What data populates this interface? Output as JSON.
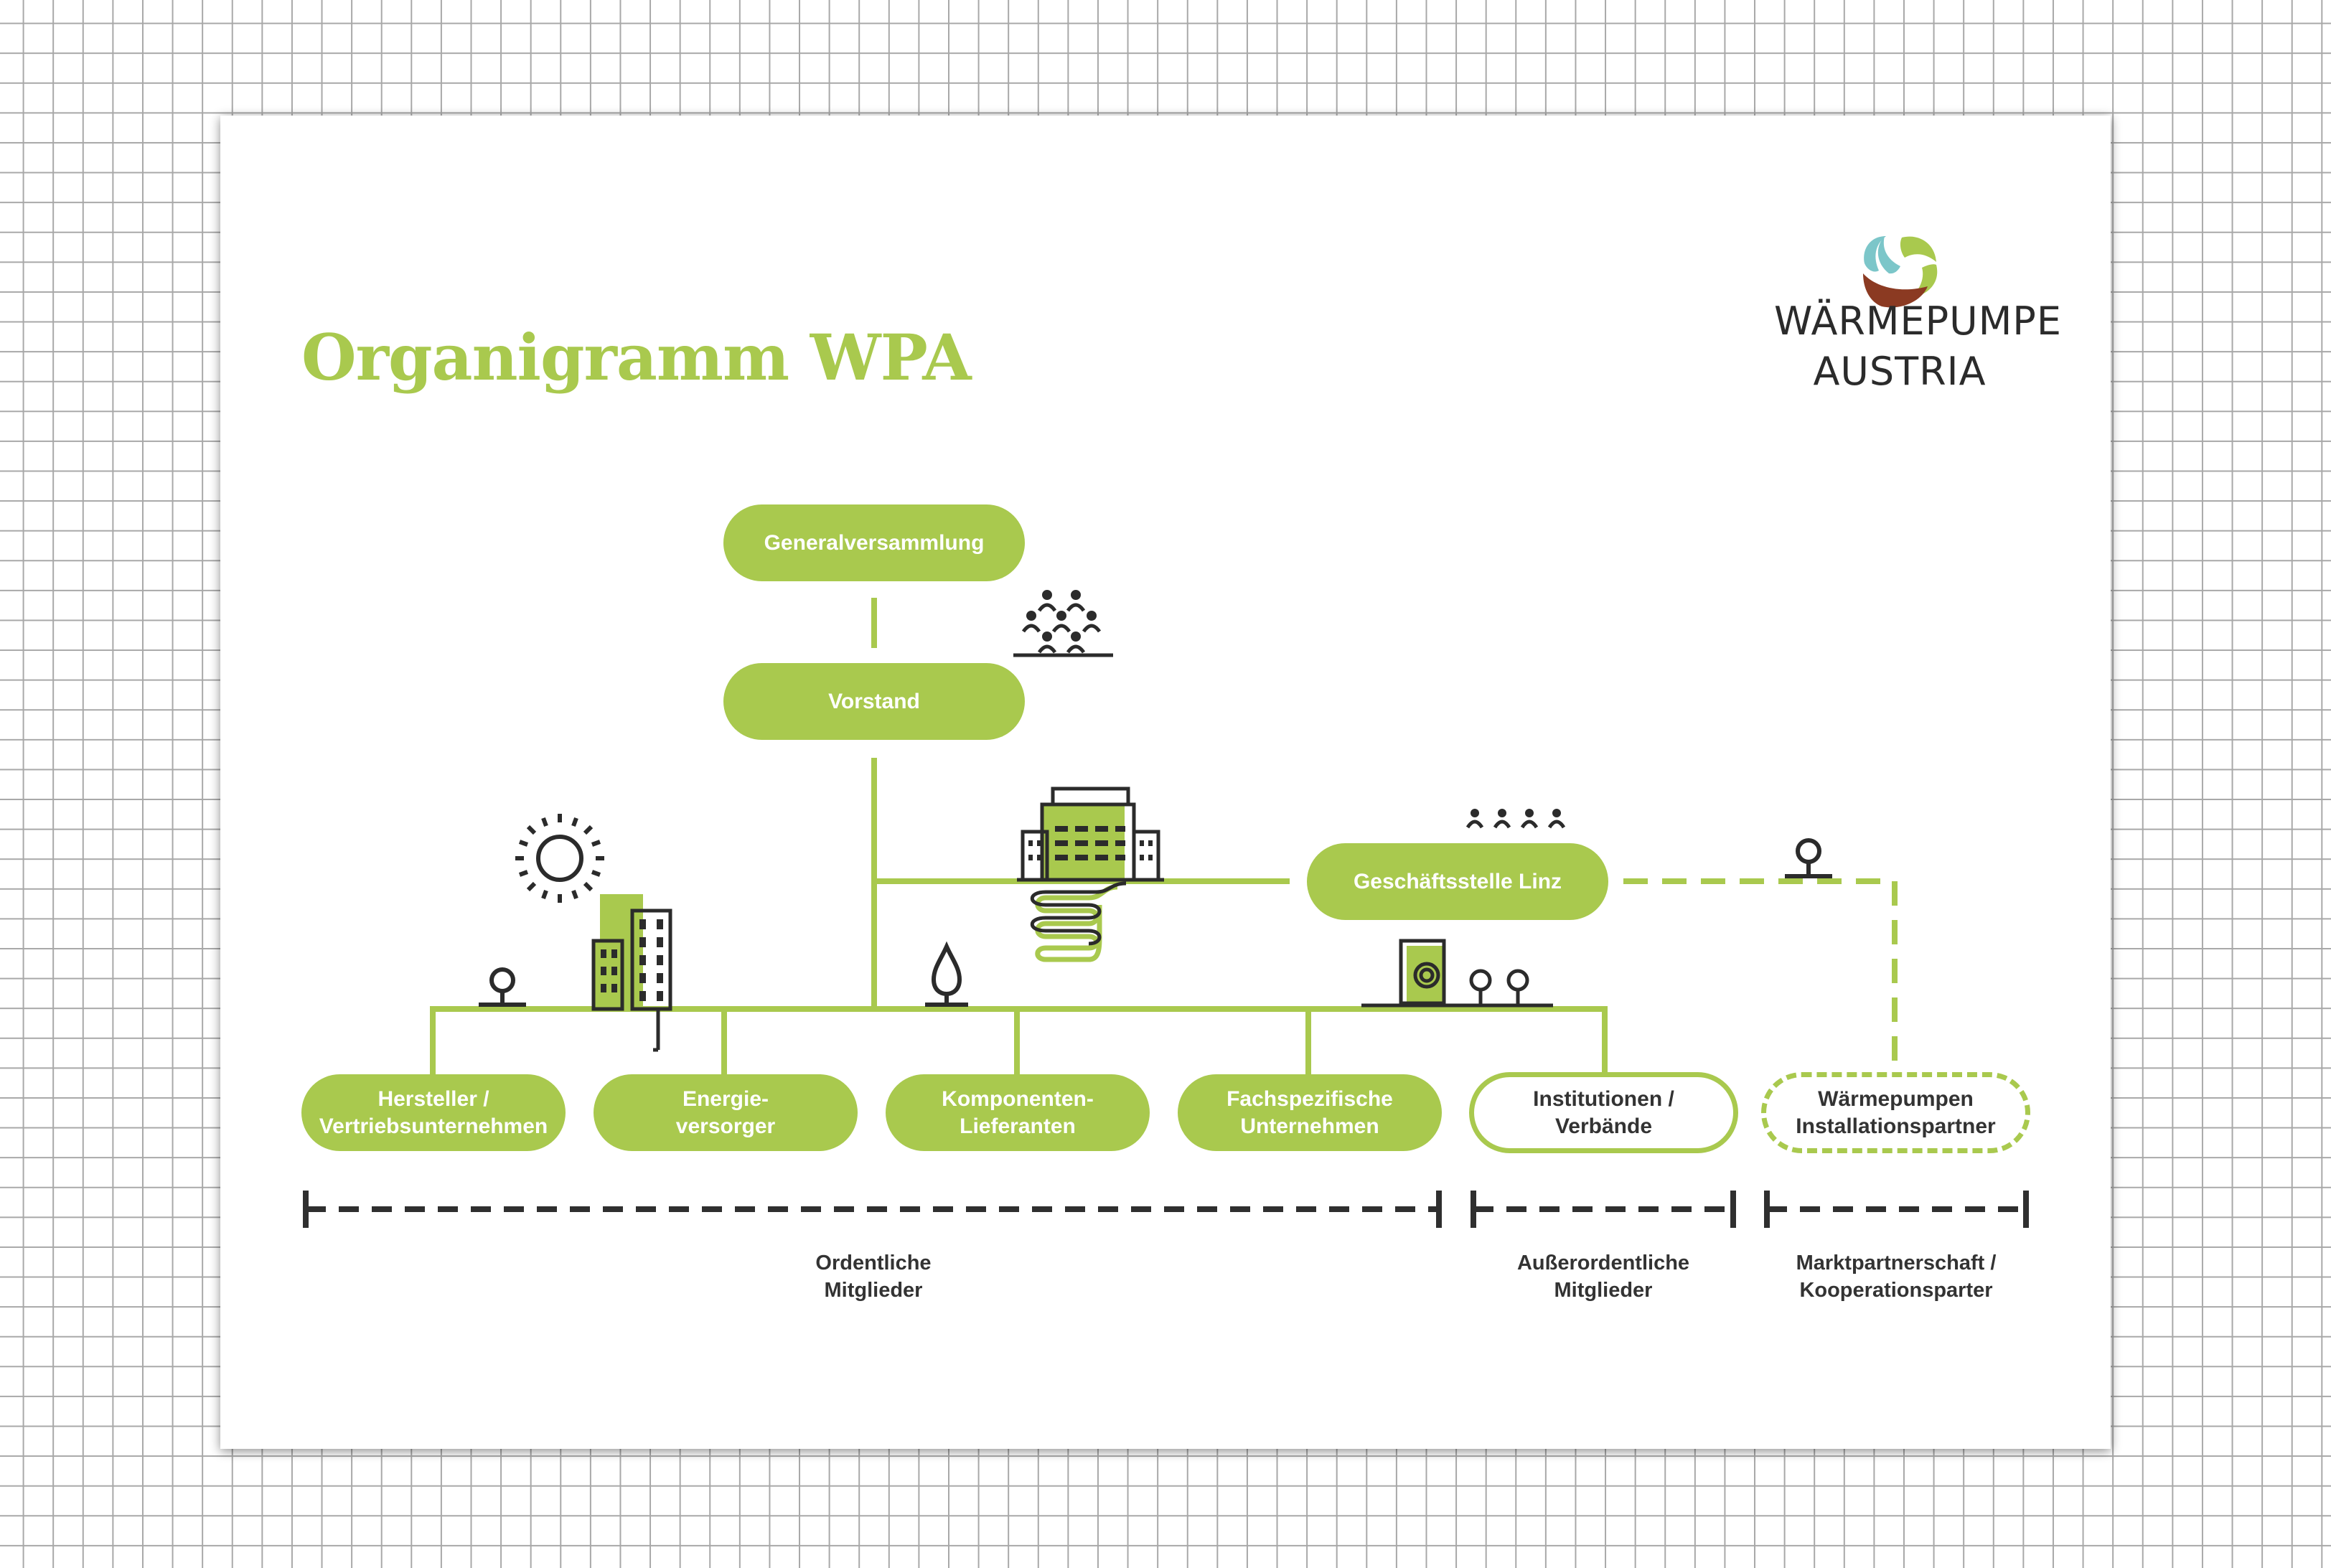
{
  "title": "Organigramm WPA",
  "logo": {
    "line1": "WÄRMEPUMPE",
    "line2": "AUSTRIA",
    "colors": [
      "#7cc6c9",
      "#a9c94e",
      "#8b3a22"
    ]
  },
  "colors": {
    "accent": "#a9c94e",
    "text": "#333333",
    "icon": "#2b2b2b"
  },
  "nodes": {
    "generalversammlung": "Generalversammlung",
    "vorstand": "Vorstand",
    "geschaeftsstelle": "Geschäftsstelle Linz",
    "hersteller": {
      "line1": "Hersteller /",
      "line2": "Vertriebsunternehmen"
    },
    "energieversorger": {
      "line1": "Energie-",
      "line2": "versorger"
    },
    "komponenten": {
      "line1": "Komponenten-",
      "line2": "Lieferanten"
    },
    "fachspezifische": {
      "line1": "Fachspezifische",
      "line2": "Unternehmen"
    },
    "institutionen": {
      "line1": "Institutionen /",
      "line2": "Verbände"
    },
    "waermepumpen": {
      "line1": "Wärmepumpen",
      "line2": "Installationspartner"
    }
  },
  "groups": {
    "ordentliche": {
      "line1": "Ordentliche",
      "line2": "Mitglieder"
    },
    "ausserordentliche": {
      "line1": "Außerordentliche",
      "line2": "Mitglieder"
    },
    "marktpartner": {
      "line1": "Marktpartnerschaft /",
      "line2": "Kooperationsparter"
    }
  },
  "icons": [
    "people-group-icon",
    "people-row-icon",
    "sun-icon",
    "city-buildings-icon",
    "office-building-icon",
    "tree-icon",
    "flame-icon",
    "heat-pump-icon",
    "pipe-coil-icon"
  ]
}
